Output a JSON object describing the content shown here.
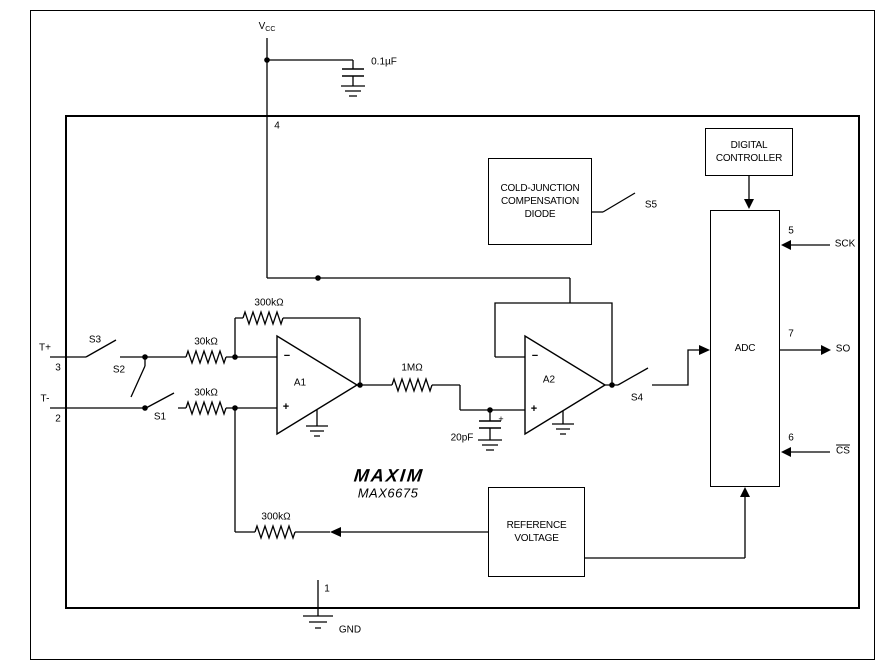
{
  "power": {
    "vcc_prefix": "V",
    "vcc_subscript": "CC",
    "bypass_cap_value": "0.1µF"
  },
  "pins": {
    "gnd_num": "1",
    "gnd_label": "GND",
    "t_minus_num": "2",
    "t_minus_label": "T-",
    "t_plus_num": "3",
    "t_plus_label": "T+",
    "vcc_num": "4",
    "sck_num": "5",
    "sck_label": "SCK",
    "cs_num": "6",
    "cs_label": "CS",
    "so_num": "7",
    "so_label": "SO"
  },
  "switches": {
    "s1": "S1",
    "s2": "S2",
    "s3": "S3",
    "s4": "S4",
    "s5": "S5"
  },
  "resistors": {
    "input_top": "30kΩ",
    "input_bottom": "30kΩ",
    "feedback": "300kΩ",
    "interstage": "1MΩ",
    "reference": "300kΩ"
  },
  "capacitors": {
    "filter_value": "20pF",
    "filter_polarity": "+"
  },
  "opamps": {
    "a1": "A1",
    "a2": "A2",
    "inverting": "−",
    "noninverting": "+"
  },
  "blocks": {
    "cjc": [
      "COLD-JUNCTION",
      "COMPENSATION",
      "DIODE"
    ],
    "digital_controller": [
      "DIGITAL",
      "CONTROLLER"
    ],
    "adc": "ADC",
    "reference": [
      "REFERENCE",
      "VOLTAGE"
    ]
  },
  "branding": {
    "logo": "MAXIM",
    "part_number": "MAX6675"
  }
}
